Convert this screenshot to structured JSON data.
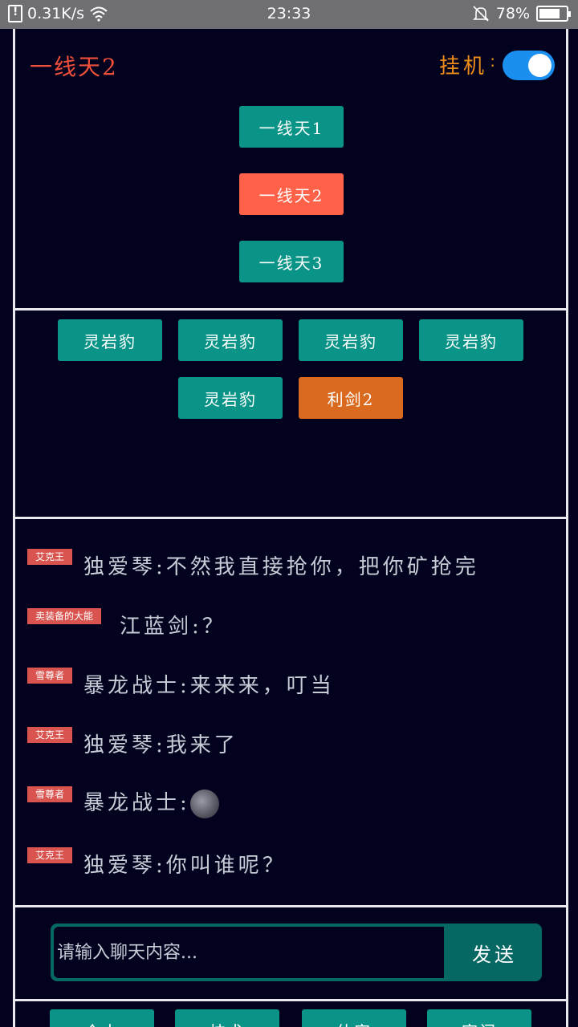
{
  "status_bar": {
    "speed": "0.31K/s",
    "time": "23:33",
    "battery": "78%",
    "battery_level": 0.78,
    "icons": [
      "sim-alert-icon",
      "wifi-icon",
      "bell-mute-icon",
      "battery-icon"
    ]
  },
  "header": {
    "map_title": "一线天2",
    "idle_label": "挂机",
    "idle_colon": ":",
    "idle_on": true
  },
  "zones": [
    {
      "label": "一线天1",
      "active": false
    },
    {
      "label": "一线天2",
      "active": true
    },
    {
      "label": "一线天3",
      "active": false
    }
  ],
  "items": [
    {
      "label": "灵岩豹"
    },
    {
      "label": "灵岩豹"
    },
    {
      "label": "灵岩豹"
    },
    {
      "label": "灵岩豹"
    },
    {
      "label": "灵岩豹"
    },
    {
      "label": "利剑2"
    }
  ],
  "chat": [
    {
      "badge": "艾克王",
      "name": "独爱琴",
      "message": "不然我直接抢你，把你矿抢完"
    },
    {
      "badge": "卖装备的大能",
      "name": "江蓝剑",
      "message": "？"
    },
    {
      "badge": "雪尊者",
      "name": "暴龙战士",
      "message": "来来来，叮当"
    },
    {
      "badge": "艾克王",
      "name": "独爱琴",
      "message": "我来了"
    },
    {
      "badge": "雪尊者",
      "name": "暴龙战士",
      "message": ""
    },
    {
      "badge": "艾克王",
      "name": "独爱琴",
      "message": "你叫谁呢？"
    }
  ],
  "chat_sep": ":",
  "input": {
    "placeholder": "请输入聊天内容...",
    "send_label": "发送"
  },
  "bottom_nav": [
    {
      "label": "个人"
    },
    {
      "label": "技术"
    },
    {
      "label": "伙宠"
    },
    {
      "label": "宗门"
    }
  ],
  "colors": {
    "background": "#02021f",
    "teal": "#0a9488",
    "active_red": "#ff6249",
    "orange": "#d96a1f",
    "badge": "#d9534f"
  }
}
